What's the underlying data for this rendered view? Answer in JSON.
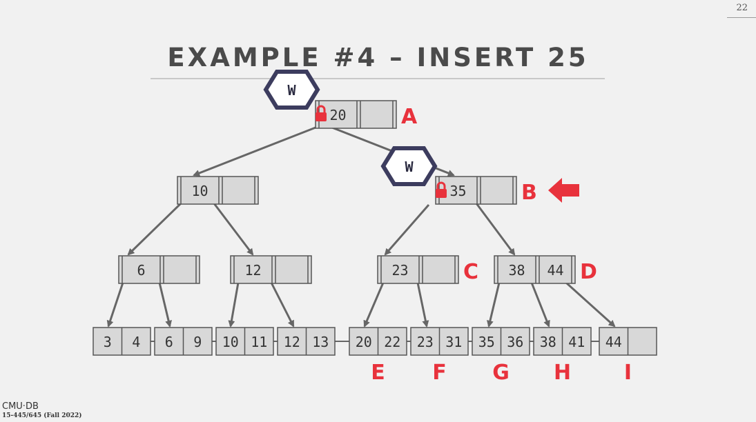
{
  "slide": {
    "title": "EXAMPLE #4 – INSERT 25",
    "page_number": "22",
    "logo": "CMU·DB",
    "course": "15-445/645 (Fall 2022)"
  },
  "colors": {
    "node_fill": "#d8d8d8",
    "node_stroke": "#555555",
    "edge": "#666666",
    "label": "#e8323c",
    "latch_border": "#3c3c5e"
  },
  "nodes": [
    {
      "id": "root",
      "keys": [
        "20",
        ""
      ],
      "label": "A"
    },
    {
      "id": "n10",
      "keys": [
        "10",
        ""
      ],
      "label": ""
    },
    {
      "id": "n35",
      "keys": [
        "35",
        ""
      ],
      "label": "B"
    },
    {
      "id": "n6",
      "keys": [
        "6",
        ""
      ],
      "label": ""
    },
    {
      "id": "n12",
      "keys": [
        "12",
        ""
      ],
      "label": ""
    },
    {
      "id": "n23",
      "keys": [
        "23",
        ""
      ],
      "label": "C"
    },
    {
      "id": "n3844",
      "keys": [
        "38",
        "44"
      ],
      "label": "D"
    }
  ],
  "leaves": [
    {
      "keys": [
        "3",
        "4"
      ],
      "label": ""
    },
    {
      "keys": [
        "6",
        "9"
      ],
      "label": ""
    },
    {
      "keys": [
        "10",
        "11"
      ],
      "label": ""
    },
    {
      "keys": [
        "12",
        "13"
      ],
      "label": ""
    },
    {
      "keys": [
        "20",
        "22"
      ],
      "label": "E"
    },
    {
      "keys": [
        "23",
        "31"
      ],
      "label": "F"
    },
    {
      "keys": [
        "35",
        "36"
      ],
      "label": "G"
    },
    {
      "keys": [
        "38",
        "41"
      ],
      "label": "H"
    },
    {
      "keys": [
        "44",
        ""
      ],
      "label": "I"
    }
  ],
  "latches": [
    {
      "node": "root",
      "mode": "W"
    },
    {
      "node": "n35",
      "mode": "W"
    }
  ],
  "pointer": {
    "node": "n35",
    "icon": "arrow-left-icon"
  }
}
